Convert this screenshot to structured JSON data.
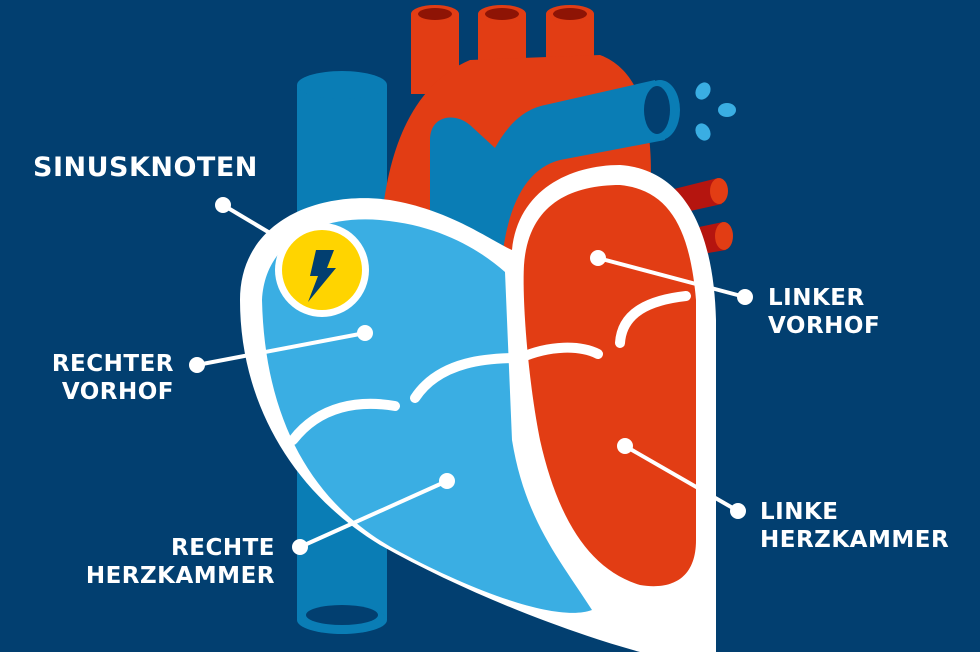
{
  "labels": {
    "sinusknoten": "SINUSKNOTEN",
    "rechter_vorhof": [
      "RECHTER",
      "VORHOF"
    ],
    "rechte_herzkammer": [
      "RECHTE",
      "HERZKAMMER"
    ],
    "linker_vorhof": [
      "LINKER",
      "VORHOF"
    ],
    "linke_herzkammer": [
      "LINKE",
      "HERZKAMMER"
    ]
  },
  "colors": {
    "background": "#023f70",
    "vein_blue": "#0a7db5",
    "right_heart_blue": "#3aaee3",
    "left_heart_red": "#e23d14",
    "dark_red": "#b5150f",
    "node_yellow": "#ffd400",
    "outline": "#ffffff"
  }
}
